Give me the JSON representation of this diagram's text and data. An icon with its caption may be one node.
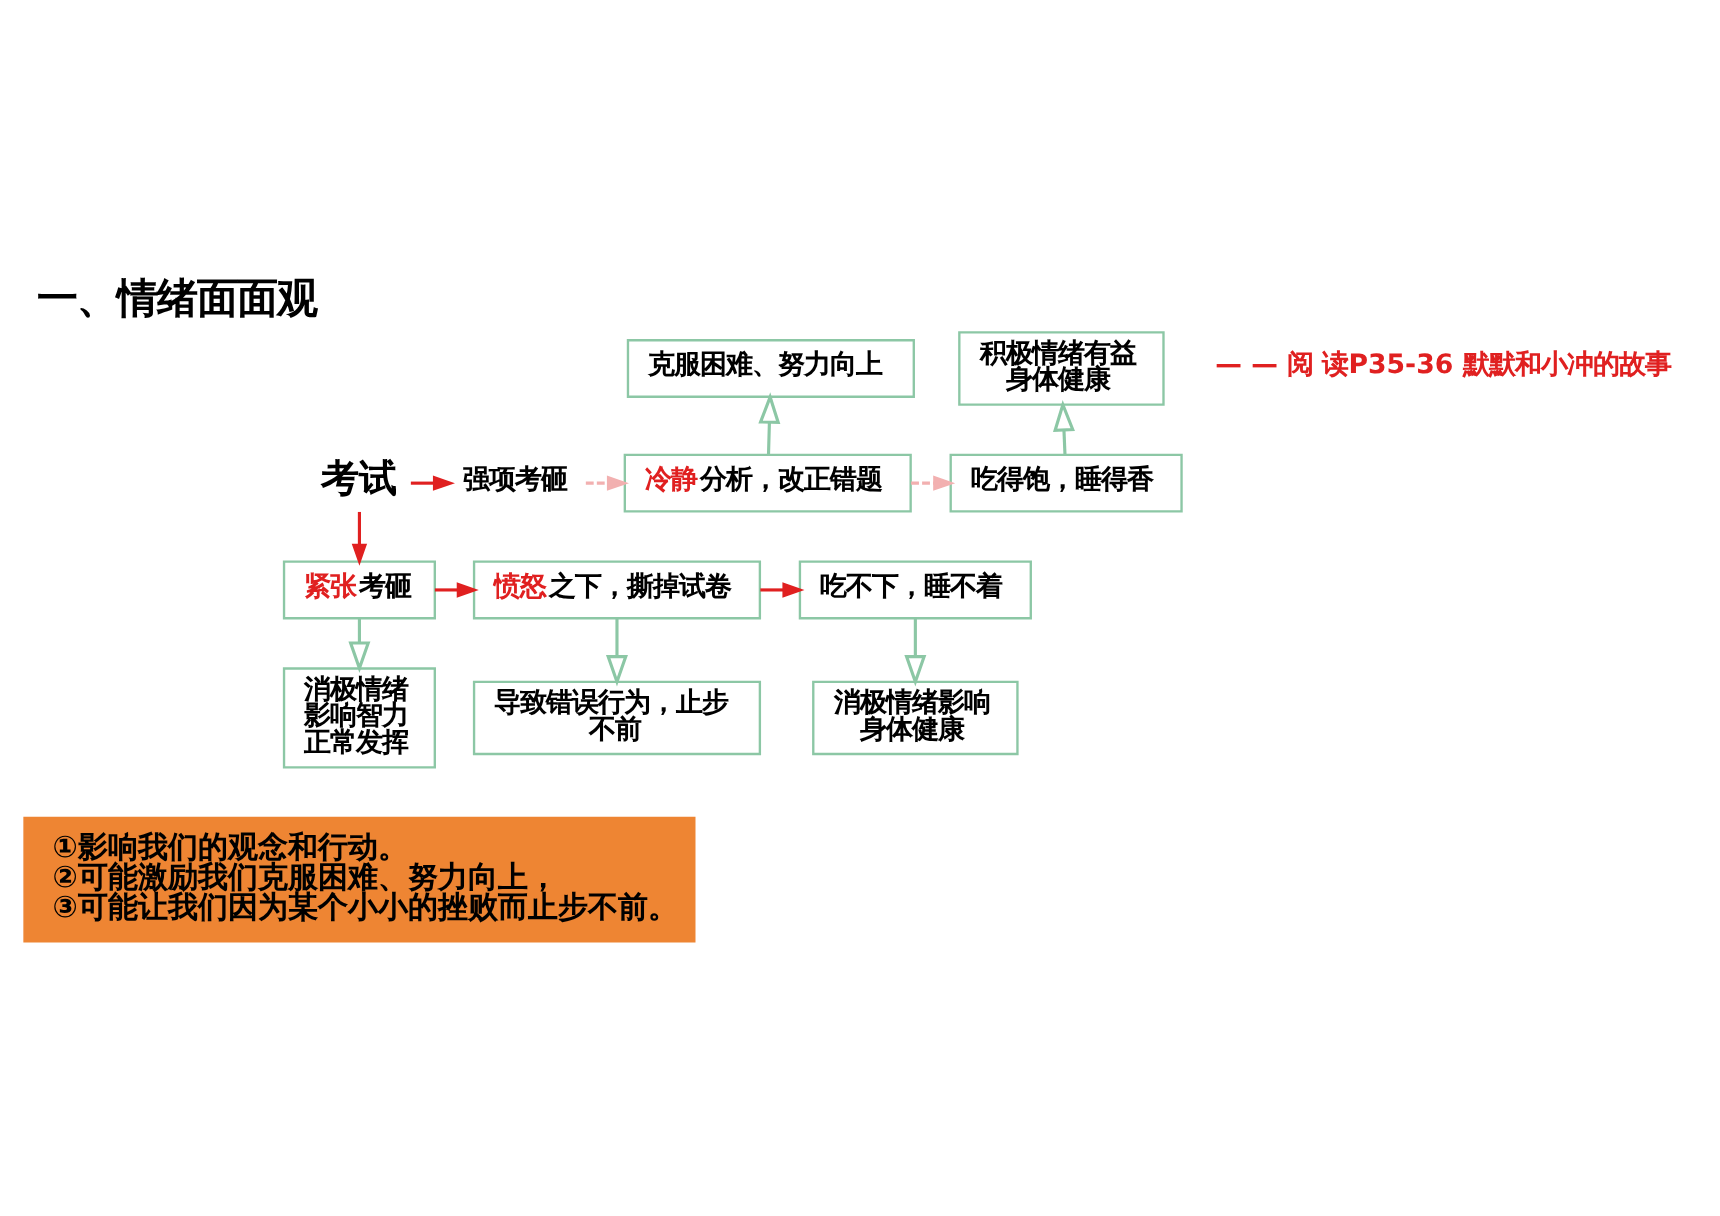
{
  "diagram": {
    "title": "一、情绪面面观",
    "nodes": [
      {
        "text": [
          "考试"
        ]
      },
      {
        "text": [
          "强项考砸"
        ]
      },
      {
        "text": [
          "紧张考砸"
        ]
      },
      {
        "text": [
          "消极情绪影响智力正常发挥"
        ]
      },
      {
        "text": [
          "冷静分析，改正错题"
        ]
      },
      {
        "text": [
          "愤怒之下，撕掉试卷"
        ]
      },
      {
        "text": [
          "克服困难、努力向上"
        ]
      },
      {
        "text": [
          "导致错误行为，止步不前"
        ]
      },
      {
        "text": [
          "吃得饱，睡得香"
        ]
      },
      {
        "text": [
          "吃不下，睡不着"
        ]
      },
      {
        "text": [
          "积极情绪有益身体健康"
        ]
      },
      {
        "text": [
          "消极情绪影响身体健康"
        ]
      },
      {
        "text": [
          "①影响我们的观念和行动。",
          "②可能激励我们克服困难、努力向上，",
          "③可能让我们因为某个小小的挫败而止步不前。"
        ]
      }
    ],
    "edges": [
      {
        "from": 0,
        "to": 1,
        "arrow": "to",
        "color": "#e02020"
      },
      {
        "from": 0,
        "to": 2,
        "arrow": "to",
        "color": "#e02020"
      },
      {
        "from": 2,
        "to": 3,
        "arrow": "to"
      },
      {
        "from": 1,
        "to": 4,
        "arrow": "to",
        "style": "dashed",
        "color": "#f2b0b0"
      },
      {
        "from": 2,
        "to": 5,
        "arrow": "to",
        "color": "#e02020"
      },
      {
        "from": 4,
        "to": 6,
        "arrow": "to"
      },
      {
        "from": 5,
        "to": 7,
        "arrow": "to"
      },
      {
        "from": 4,
        "to": 8,
        "arrow": "to",
        "style": "dashed",
        "color": "#f2b0b0"
      },
      {
        "from": 5,
        "to": 9,
        "arrow": "to",
        "color": "#e02020"
      },
      {
        "from": 8,
        "to": 10,
        "arrow": "to"
      },
      {
        "from": 9,
        "to": 11,
        "arrow": "to"
      }
    ],
    "labels": [
      "— — 阅 读P35-36 默默和小冲的故事"
    ]
  }
}
